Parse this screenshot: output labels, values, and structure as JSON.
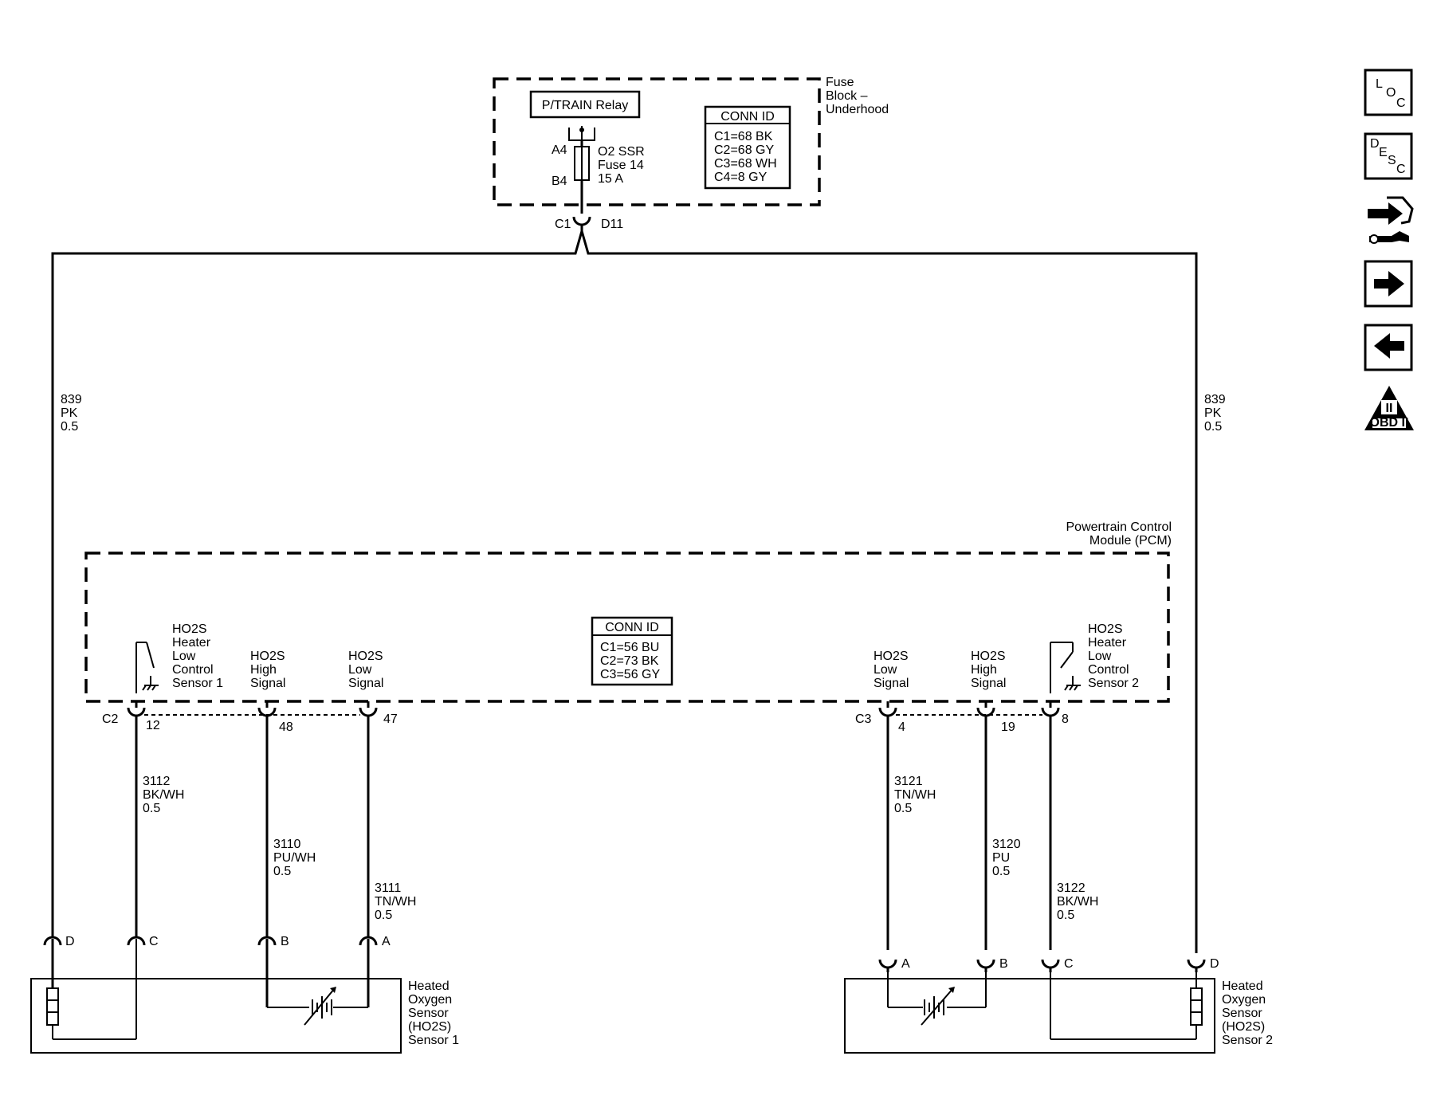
{
  "fuse_block": {
    "label": [
      "Fuse",
      "Block –",
      "Underhood"
    ],
    "relay": "P/TRAIN Relay",
    "fuse_pin_top": "A4",
    "fuse_pin_bottom": "B4",
    "fuse_label": [
      "O2 SSR",
      "Fuse 14",
      "15 A"
    ],
    "conn_id_title": "CONN ID",
    "conn_ids": [
      "C1=68 BK",
      "C2=68 GY",
      "C3=68 WH",
      "C4=8 GY"
    ],
    "out_connector": "C1",
    "out_pin": "D11"
  },
  "feed_wires": {
    "left": [
      "839",
      "PK",
      "0.5"
    ],
    "right": [
      "839",
      "PK",
      "0.5"
    ]
  },
  "pcm": {
    "label": [
      "Powertrain Control",
      "Module (PCM)"
    ],
    "conn_id_title": "CONN ID",
    "conn_ids": [
      "C1=56 BU",
      "C2=73 BK",
      "C3=56 GY"
    ],
    "left": {
      "connector": "C2",
      "heater_label": [
        "HO2S",
        "Heater",
        "Low",
        "Control",
        "Sensor 1"
      ],
      "high_label": [
        "HO2S",
        "High",
        "Signal"
      ],
      "low_label": [
        "HO2S",
        "Low",
        "Signal"
      ],
      "pins": [
        "12",
        "48",
        "47"
      ]
    },
    "right": {
      "connector": "C3",
      "low_label": [
        "HO2S",
        "Low",
        "Signal"
      ],
      "high_label": [
        "HO2S",
        "High",
        "Signal"
      ],
      "heater_label": [
        "HO2S",
        "Heater",
        "Low",
        "Control",
        "Sensor 2"
      ],
      "pins": [
        "4",
        "19",
        "8"
      ]
    }
  },
  "wires": {
    "w3112": [
      "3112",
      "BK/WH",
      "0.5"
    ],
    "w3110": [
      "3110",
      "PU/WH",
      "0.5"
    ],
    "w3111": [
      "3111",
      "TN/WH",
      "0.5"
    ],
    "w3121": [
      "3121",
      "TN/WH",
      "0.5"
    ],
    "w3120": [
      "3120",
      "PU",
      "0.5"
    ],
    "w3122": [
      "3122",
      "BK/WH",
      "0.5"
    ]
  },
  "sensor1": {
    "pins": [
      "D",
      "C",
      "B",
      "A"
    ],
    "label": [
      "Heated",
      "Oxygen",
      "Sensor",
      "(HO2S)",
      "Sensor 1"
    ]
  },
  "sensor2": {
    "pins": [
      "A",
      "B",
      "C",
      "D"
    ],
    "label": [
      "Heated",
      "Oxygen",
      "Sensor",
      "(HO2S)",
      "Sensor 2"
    ]
  },
  "nav": {
    "loc": [
      "L",
      "O",
      "C"
    ],
    "desc": [
      "D",
      "E",
      "S",
      "C"
    ],
    "obd": "OBD II",
    "obd_mark": "II",
    "icons": [
      "loc-icon",
      "desc-icon",
      "connector-wrench-icon",
      "arrow-right-icon",
      "arrow-left-icon",
      "obd-ii-icon"
    ]
  }
}
